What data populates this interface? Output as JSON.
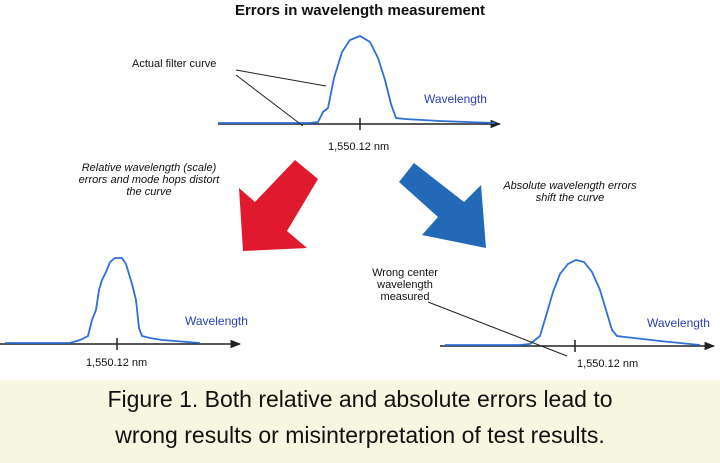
{
  "title": "Errors in wavelength measurement",
  "annotation_actual": "Actual filter curve",
  "top_wavelength_label": "Wavelength",
  "top_tick": "1,550.12 nm",
  "left_note": [
    "Relative wavelength (scale)",
    "errors and mode hops distort",
    "the curve"
  ],
  "right_note": [
    "Absolute wavelength errors",
    "shift the curve"
  ],
  "left_wavelength_label": "Wavelength",
  "left_tick": "1,550.12 nm",
  "wrong_center_note": [
    "Wrong center",
    "wavelength",
    "measured"
  ],
  "right_wavelength_label": "Wavelength",
  "right_tick": "1,550.12 nm",
  "caption": [
    "Figure 1. Both relative and absolute errors lead to",
    "wrong results or misinterpretation of test results."
  ],
  "colors": {
    "curve": "#2f6fd6",
    "red_arrow": "#e0192f",
    "blue_arrow": "#2369b8",
    "caption_bg": "#f7f6e0"
  }
}
